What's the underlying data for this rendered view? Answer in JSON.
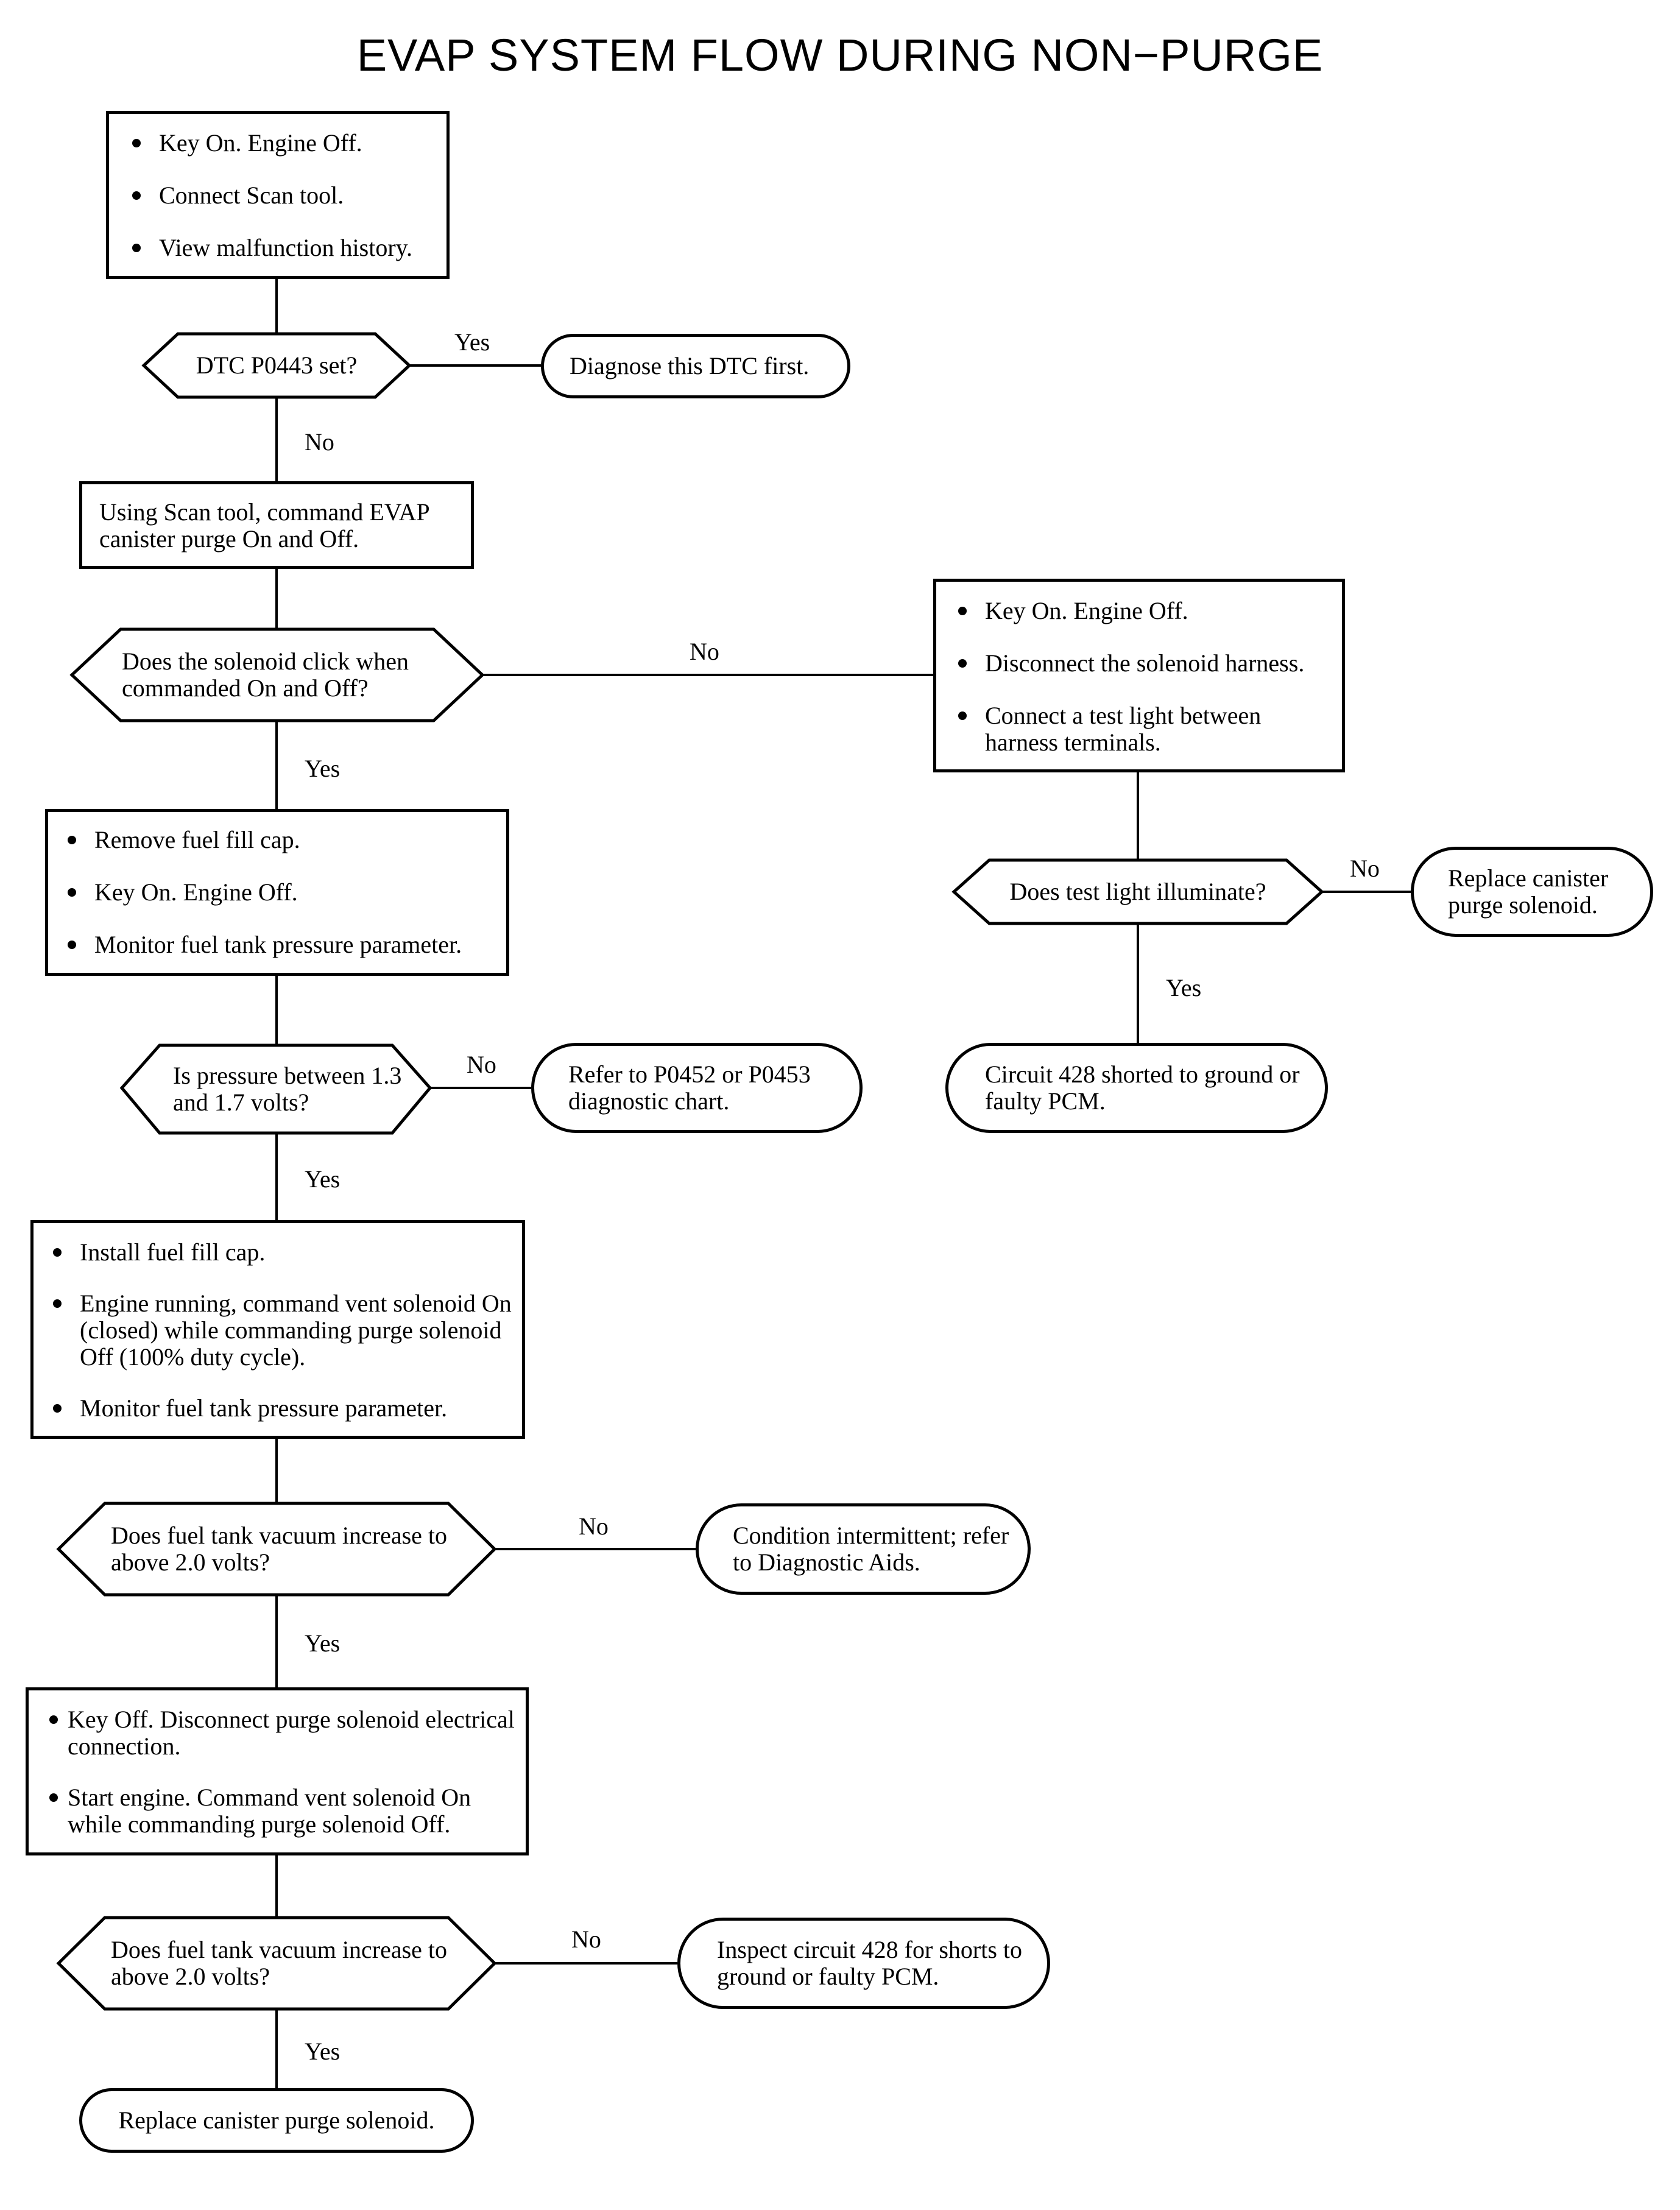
{
  "title": "EVAP SYSTEM FLOW DURING NON−PURGE",
  "steps": {
    "step1": [
      "Key On. Engine Off.",
      "Connect Scan tool.",
      "View malfunction history."
    ],
    "decision1": "DTC P0443 set?",
    "result1": "Diagnose this DTC first.",
    "step2": "Using Scan tool, command EVAP canister purge On and Off.",
    "decision2": "Does the solenoid click when commanded On and Off?",
    "step_right": [
      "Key On. Engine Off.",
      "Disconnect the solenoid harness.",
      "Connect a test light between harness terminals."
    ],
    "decision_right": "Does test light illuminate?",
    "result_right_no": "Replace canister purge solenoid.",
    "result_right_yes": "Circuit 428 shorted to ground or faulty PCM.",
    "step3": [
      "Remove fuel fill cap.",
      "Key On. Engine Off.",
      "Monitor fuel tank pressure parameter."
    ],
    "decision3": "Is pressure between 1.3 and 1.7 volts?",
    "result3": "Refer to P0452 or P0453 diagnostic chart.",
    "step4": [
      "Install fuel fill cap.",
      "Engine running, command vent solenoid On (closed) while commanding purge solenoid Off (100% duty cycle).",
      "Monitor fuel tank pressure parameter."
    ],
    "decision4": "Does fuel tank vacuum increase to above 2.0 volts?",
    "result4": "Condition intermittent; refer to Diagnostic Aids.",
    "step5": [
      "Key Off. Disconnect purge solenoid electrical connection.",
      "Start engine. Command vent solenoid On while commanding purge solenoid Off."
    ],
    "decision5": "Does fuel tank vacuum increase to above 2.0 volts?",
    "result5": "Inspect circuit 428 for shorts to ground or faulty PCM.",
    "final": "Replace canister purge solenoid."
  },
  "labels": {
    "yes": "Yes",
    "no": "No"
  }
}
